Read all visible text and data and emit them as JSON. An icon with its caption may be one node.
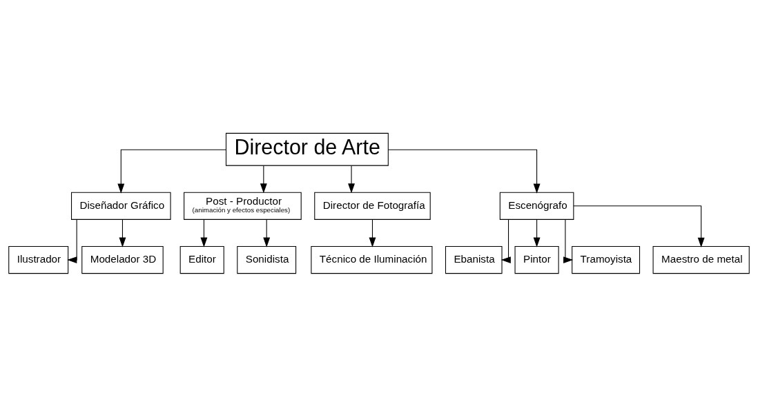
{
  "diagram": {
    "nodes": [
      {
        "text": [
          "Director de Arte"
        ]
      },
      {
        "text": [
          "Diseñador Gráfico"
        ]
      },
      {
        "text": [
          "Post - Productor",
          "(animación y efectos especiales)"
        ]
      },
      {
        "text": [
          "Director de Fotografía"
        ]
      },
      {
        "text": [
          "Escenógrafo"
        ]
      },
      {
        "text": [
          "Ilustrador"
        ]
      },
      {
        "text": [
          "Modelador 3D"
        ]
      },
      {
        "text": [
          "Editor"
        ]
      },
      {
        "text": [
          "Sonidista"
        ]
      },
      {
        "text": [
          "Técnico de Iluminación"
        ]
      },
      {
        "text": [
          "Ebanista"
        ]
      },
      {
        "text": [
          "Pintor"
        ]
      },
      {
        "text": [
          "Tramoyista"
        ]
      },
      {
        "text": [
          "Maestro de metal"
        ]
      }
    ],
    "edges": [
      {
        "from": 0,
        "to": 1,
        "arrow": "to"
      },
      {
        "from": 0,
        "to": 2,
        "arrow": "to"
      },
      {
        "from": 0,
        "to": 3,
        "arrow": "to"
      },
      {
        "from": 0,
        "to": 4,
        "arrow": "to"
      },
      {
        "from": 1,
        "to": 5,
        "arrow": "to"
      },
      {
        "from": 1,
        "to": 6,
        "arrow": "to"
      },
      {
        "from": 2,
        "to": 7,
        "arrow": "to"
      },
      {
        "from": 2,
        "to": 8,
        "arrow": "to"
      },
      {
        "from": 3,
        "to": 9,
        "arrow": "to"
      },
      {
        "from": 4,
        "to": 10,
        "arrow": "to"
      },
      {
        "from": 4,
        "to": 11,
        "arrow": "to"
      },
      {
        "from": 4,
        "to": 12,
        "arrow": "to"
      },
      {
        "from": 4,
        "to": 13,
        "arrow": "to"
      }
    ]
  }
}
